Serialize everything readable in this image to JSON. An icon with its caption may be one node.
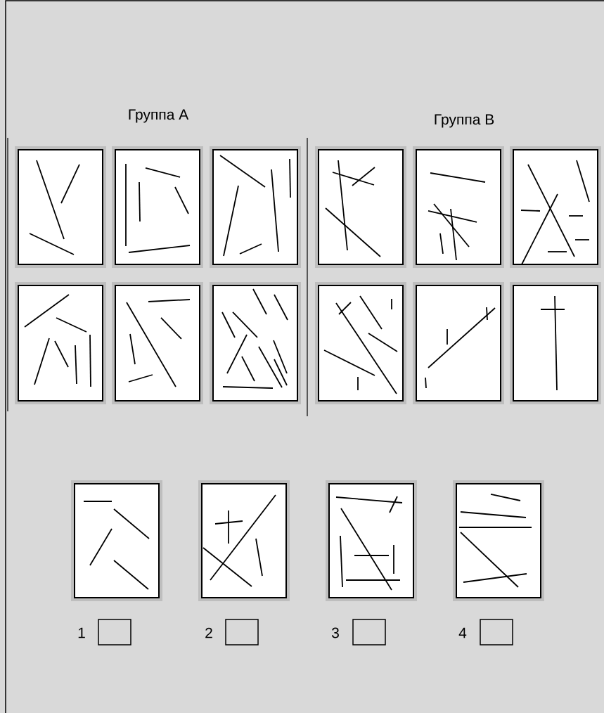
{
  "diagram": {
    "labels": [
      "Группа A",
      "Группа B",
      "1",
      "2",
      "3",
      "4"
    ]
  }
}
